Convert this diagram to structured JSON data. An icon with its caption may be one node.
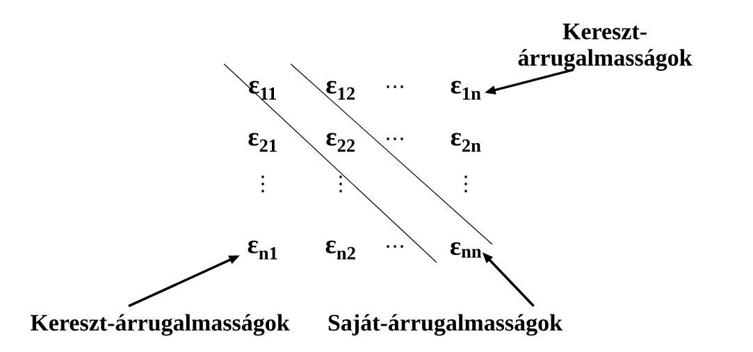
{
  "diagram": {
    "nodes": [
      {
        "text": [
          "Kereszt- árrugalmasságok"
        ]
      },
      {
        "text": [
          "ε$_{11}$"
        ]
      },
      {
        "text": [
          "ε$_{12}$"
        ]
      },
      {
        "text": [
          "ε$_{1n}$"
        ]
      },
      {
        "text": [
          "ε$_{21}$"
        ]
      },
      {
        "text": [
          "ε$_{22}$"
        ]
      },
      {
        "text": [
          "ε$_{2n}$"
        ]
      },
      {
        "text": [
          "ε$_{n1}$"
        ]
      },
      {
        "text": [
          "ε$_{n2}$"
        ]
      },
      {
        "text": [
          "ε$_{nn}$"
        ]
      },
      {
        "text": [
          "Kereszt-árrugalmasságok"
        ]
      },
      {
        "text": [
          "Saját-árrugalmasságok"
        ]
      }
    ],
    "edges": [
      {
        "from": 0,
        "to": 3,
        "arrow": "to"
      },
      {
        "from": 10,
        "to": 7,
        "arrow": "to"
      },
      {
        "from": 11,
        "to": 9,
        "arrow": "to"
      }
    ],
    "labels": [
      "…",
      "…",
      "⋮",
      "⋮",
      "⋮",
      "…"
    ]
  }
}
